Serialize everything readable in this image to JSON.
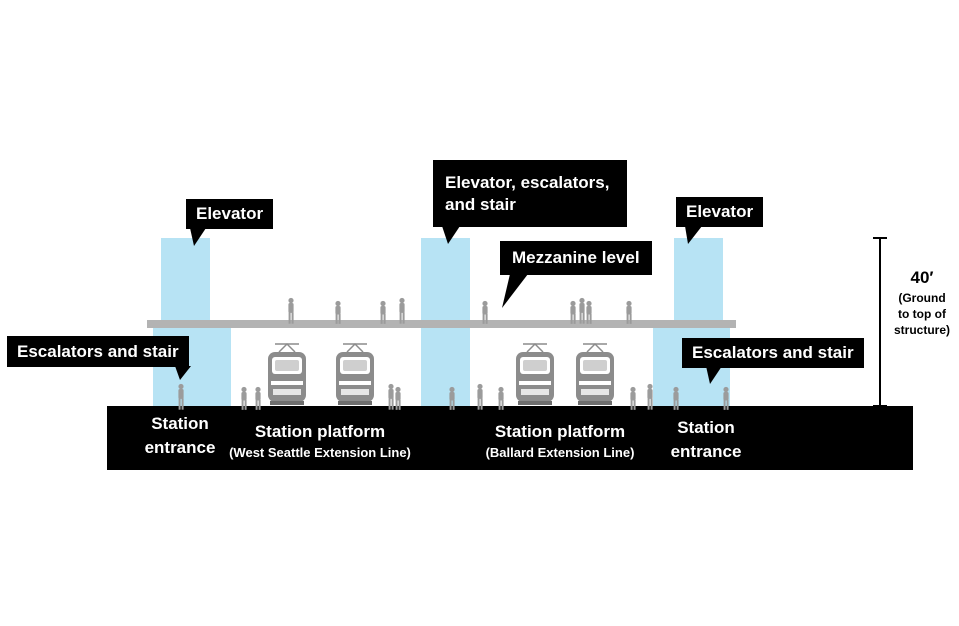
{
  "colors": {
    "shaft": "#b7e3f4",
    "slab": "#b3b3b3",
    "ground": "#000000",
    "figure": "#9b9b9b",
    "train": "#8c8c8c"
  },
  "callouts": {
    "elevator_left": "Elevator",
    "elevator_center": [
      "Elevator, escalators,",
      "and stair"
    ],
    "elevator_right": "Elevator",
    "mezzanine": "Mezzanine level",
    "escalators_left": "Escalators and stair",
    "escalators_right": "Escalators and stair"
  },
  "base_labels": {
    "entrance_left": [
      "Station",
      "entrance"
    ],
    "platform_west": "Station platform",
    "platform_west_line": "(West Seattle Extension Line)",
    "platform_ballard": "Station platform",
    "platform_ballard_line": "(Ballard Extension Line)",
    "entrance_right": [
      "Station",
      "entrance"
    ]
  },
  "height_marker": {
    "value": "40′",
    "lines": [
      "(Ground",
      "to top of",
      "structure)"
    ]
  },
  "icons": {
    "people": "person-figure-icon",
    "trains": "light-rail-train-icon"
  }
}
